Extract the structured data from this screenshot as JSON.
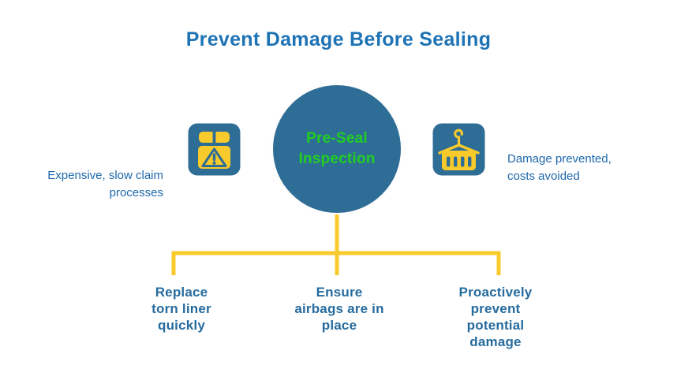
{
  "title": "Prevent Damage Before Sealing",
  "hub": {
    "label": "Pre-Seal\nInspection"
  },
  "left_note": "Expensive, slow claim\nprocesses",
  "right_note": "Damage prevented,\ncosts avoided",
  "branches": [
    {
      "label": "Replace\ntorn liner\nquickly"
    },
    {
      "label": "Ensure\nairbags are in\nplace"
    },
    {
      "label": "Proactively\nprevent\npotential\ndamage"
    }
  ],
  "icons": {
    "left": "damaged-package-warning-icon",
    "right": "crane-lifting-container-icon"
  },
  "colors": {
    "title_blue": "#1E73B5",
    "steel_blue": "#2E6D96",
    "branch_blue": "#266B9E",
    "note_blue": "#1D68AC",
    "accent_yellow": "#F9CA2B",
    "hub_green": "#22CE22",
    "background": "#FFFFFF"
  }
}
